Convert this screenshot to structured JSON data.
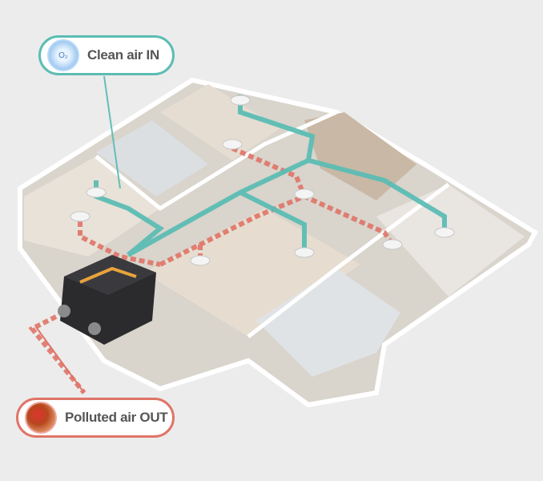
{
  "labels": {
    "clean_air": "Clean air IN",
    "polluted_air": "Polluted air OUT",
    "o2_symbol": "O₂"
  },
  "icons": [
    "o2-bubble-icon",
    "pollution-particle-icon"
  ],
  "colors": {
    "clean_duct": "#5cbdb4",
    "polluted_duct": "#e07467",
    "unit": "#2b2b2e",
    "background": "#ececec"
  }
}
